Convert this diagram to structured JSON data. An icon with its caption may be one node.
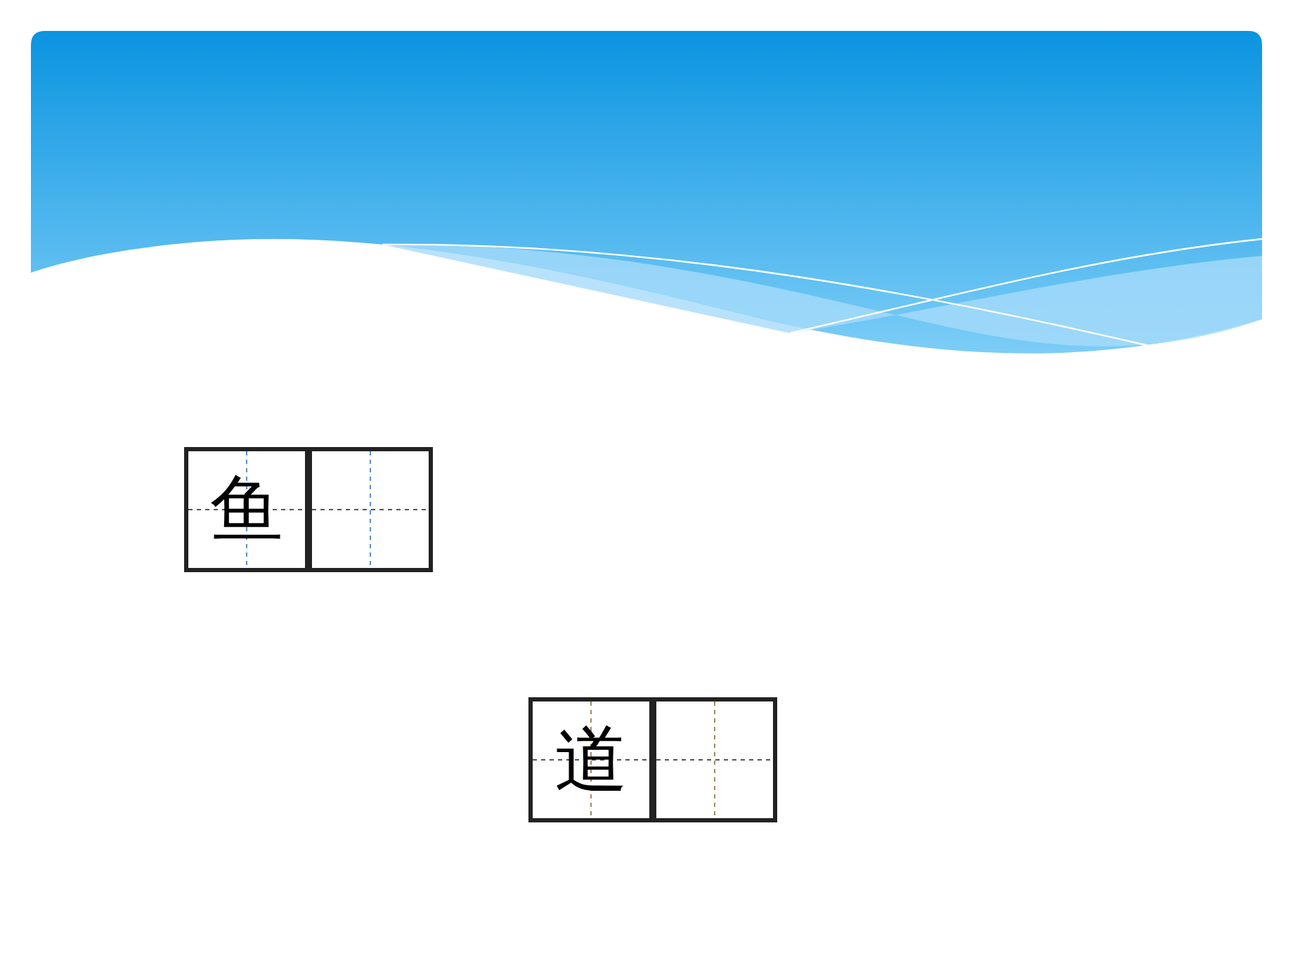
{
  "diagram": {
    "nodes": [
      {
        "text": [
          "鱼"
        ]
      },
      {
        "text": [],
        "shape": "box"
      },
      {
        "text": [
          "道"
        ]
      },
      {
        "text": [],
        "shape": "box"
      }
    ]
  }
}
